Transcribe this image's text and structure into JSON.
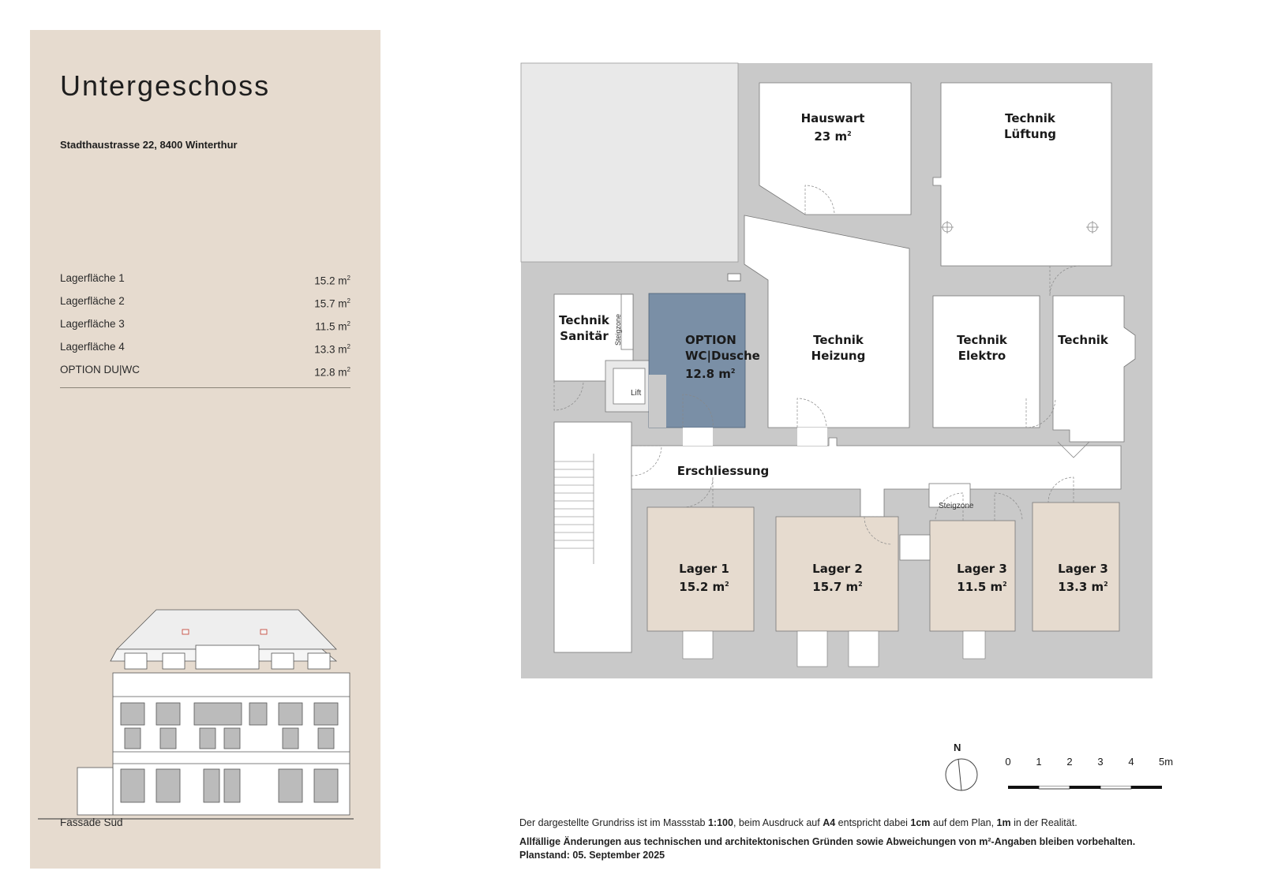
{
  "sheet": {
    "title": "Untergeschoss",
    "address": "Stadthaustrasse 22, 8400 Winterthur",
    "areas": [
      {
        "name": "Lagerfläche 1",
        "value": "15.2 m",
        "sup": "2"
      },
      {
        "name": "Lagerfläche 2",
        "value": "15.7 m",
        "sup": "2"
      },
      {
        "name": "Lagerfläche 3",
        "value": "11.5 m",
        "sup": "2"
      },
      {
        "name": "Lagerfläche 4",
        "value": "13.3 m",
        "sup": "2"
      },
      {
        "name": "OPTION DU|WC",
        "value": "12.8 m",
        "sup": "2"
      }
    ],
    "facade_caption": "Fassade Süd"
  },
  "plan": {
    "rooms": {
      "hauswart": {
        "line1": "Hauswart",
        "line2": "23 m",
        "sup": "2"
      },
      "lueftung": {
        "line1": "Technik",
        "line2": "Lüftung"
      },
      "sanitaer": {
        "line1": "Technik",
        "line2": "Sanitär"
      },
      "option": {
        "line1": "OPTION",
        "line2": "WC|Dusche",
        "line3": "12.8 m",
        "sup": "2"
      },
      "heizung": {
        "line1": "Technik",
        "line2": "Heizung"
      },
      "elektro": {
        "line1": "Technik",
        "line2": "Elektro"
      },
      "technik": {
        "line1": "Technik"
      },
      "erschliessung": {
        "line1": "Erschliessung"
      },
      "lager1": {
        "line1": "Lager 1",
        "line2": "15.2 m",
        "sup": "2"
      },
      "lager2": {
        "line1": "Lager 2",
        "line2": "15.7 m",
        "sup": "2"
      },
      "lager3a": {
        "line1": "Lager 3",
        "line2": "11.5 m",
        "sup": "2"
      },
      "lager3b": {
        "line1": "Lager 3",
        "line2": "13.3 m",
        "sup": "2"
      }
    },
    "steigzone_v": "Steigzone",
    "steigzone_h": "Steigzone",
    "lift": "Lift",
    "colors": {
      "wall": "#c9c9c9",
      "room": "#ffffff",
      "storage": "#e6dbcf",
      "option": "#7a8fa6",
      "light": "#e9e9e9"
    }
  },
  "compass": {
    "label": "N"
  },
  "scale": {
    "ticks": [
      "0",
      "1",
      "2",
      "3",
      "4",
      "5m"
    ]
  },
  "notes": {
    "n1_a": "Der dargestellte Grundriss ist im Massstab ",
    "n1_b": "1:100",
    "n1_c": ", beim Ausdruck auf ",
    "n1_d": "A4",
    "n1_e": " entspricht dabei ",
    "n1_f": "1cm",
    "n1_g": " auf dem Plan, ",
    "n1_h": "1m",
    "n1_i": " in der Realität.",
    "n2": "Allfällige Änderungen aus technischen und architektonischen Gründen sowie Abweichungen von m²-Angaben bleiben vorbehalten.",
    "n3": "Planstand: 05. September 2025"
  }
}
